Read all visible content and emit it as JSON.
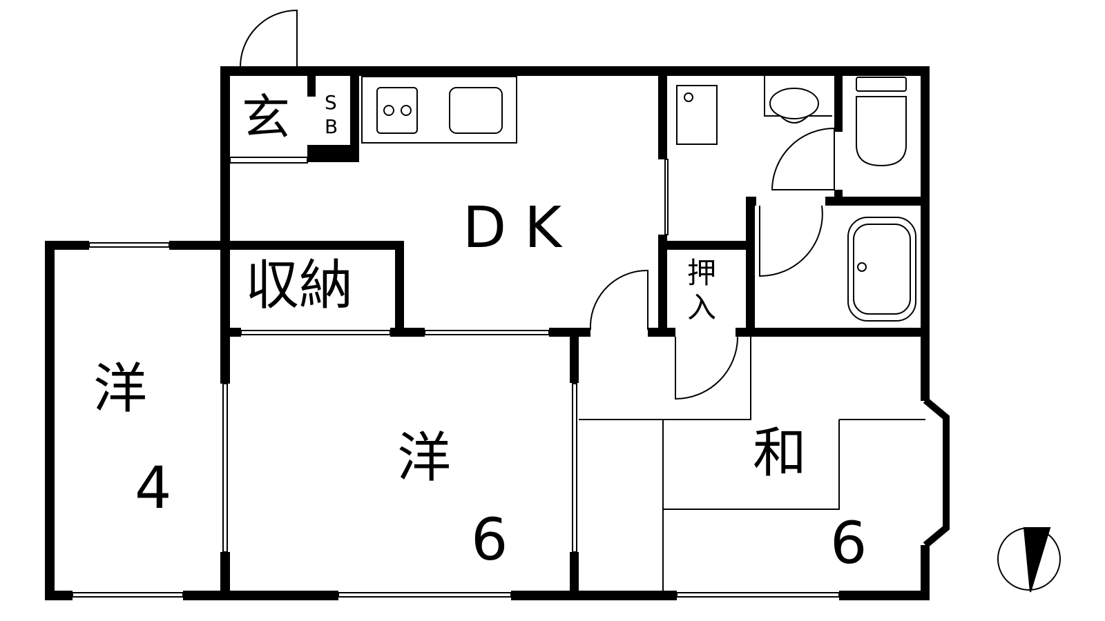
{
  "plan": {
    "entrance": "玄",
    "shoe_box": [
      "S",
      "B"
    ],
    "dining_kitchen": "D K",
    "storage": "収納",
    "western_room_small": {
      "label": "洋",
      "size": "4"
    },
    "western_room_large": {
      "label": "洋",
      "size": "6"
    },
    "japanese_room": {
      "label": "和",
      "size": "6"
    },
    "closet": [
      "押",
      "入"
    ]
  },
  "colors": {
    "wall": "#000000",
    "background": "#ffffff"
  }
}
